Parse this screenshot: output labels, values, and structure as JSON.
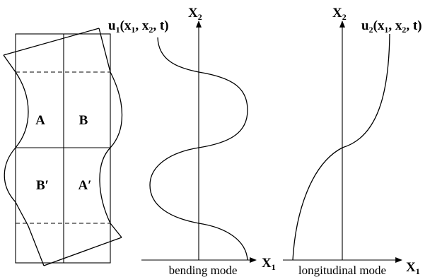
{
  "regions": {
    "a": "A",
    "b": "B",
    "b_prime": "B′",
    "a_prime": "A′"
  },
  "axes": {
    "x2": {
      "main": "X",
      "sub": "2"
    },
    "x1": {
      "main": "X",
      "sub": "1"
    }
  },
  "functions": {
    "u1": {
      "pre": "u",
      "sub": "1",
      "args_open": "(x",
      "s1": "1",
      "comma": ", x",
      "s2": "2",
      "tail": ", t)"
    },
    "u2": {
      "pre": "u",
      "sub": "2",
      "args_open": "(x",
      "s1": "1",
      "comma": ", x",
      "s2": "2",
      "tail": ", t)"
    }
  },
  "captions": {
    "bending": "bending mode",
    "longitudinal": "longitudinal mode"
  }
}
